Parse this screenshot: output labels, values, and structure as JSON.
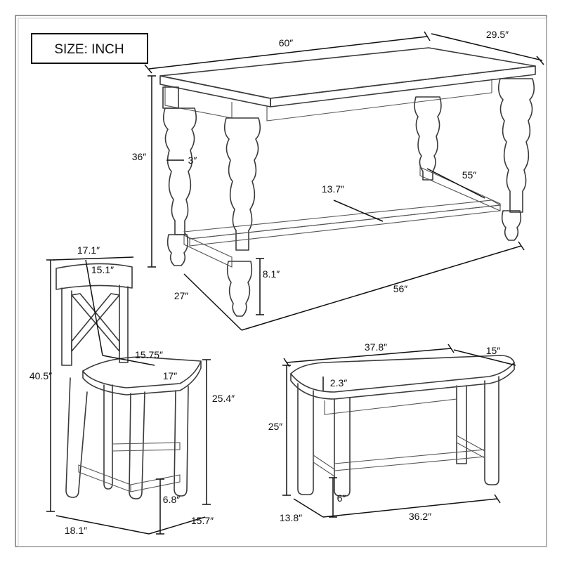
{
  "size_label": "SIZE: INCH",
  "table": {
    "length": "60″",
    "depth": "29.5″",
    "height": "36″",
    "leg_width": "3″",
    "stretcher_depth": "13.7″",
    "stretcher_length": "55″",
    "stretcher_height": "8.1″",
    "base_depth": "27″",
    "base_length": "56″"
  },
  "stool": {
    "back_width": "17.1″",
    "back_height": "15.1″",
    "height": "40.5″",
    "seat_depth": "15.75″",
    "seat_width": "17″",
    "seat_height": "25.4″",
    "footrest_height": "6.8″",
    "base_width": "18.1″",
    "base_depth": "15.7″"
  },
  "bench": {
    "top_length": "37.8″",
    "top_depth": "15″",
    "cushion_thickness": "2.3″",
    "height": "25″",
    "footrest_height": "6″",
    "base_depth": "13.8″",
    "base_length": "36.2″"
  }
}
